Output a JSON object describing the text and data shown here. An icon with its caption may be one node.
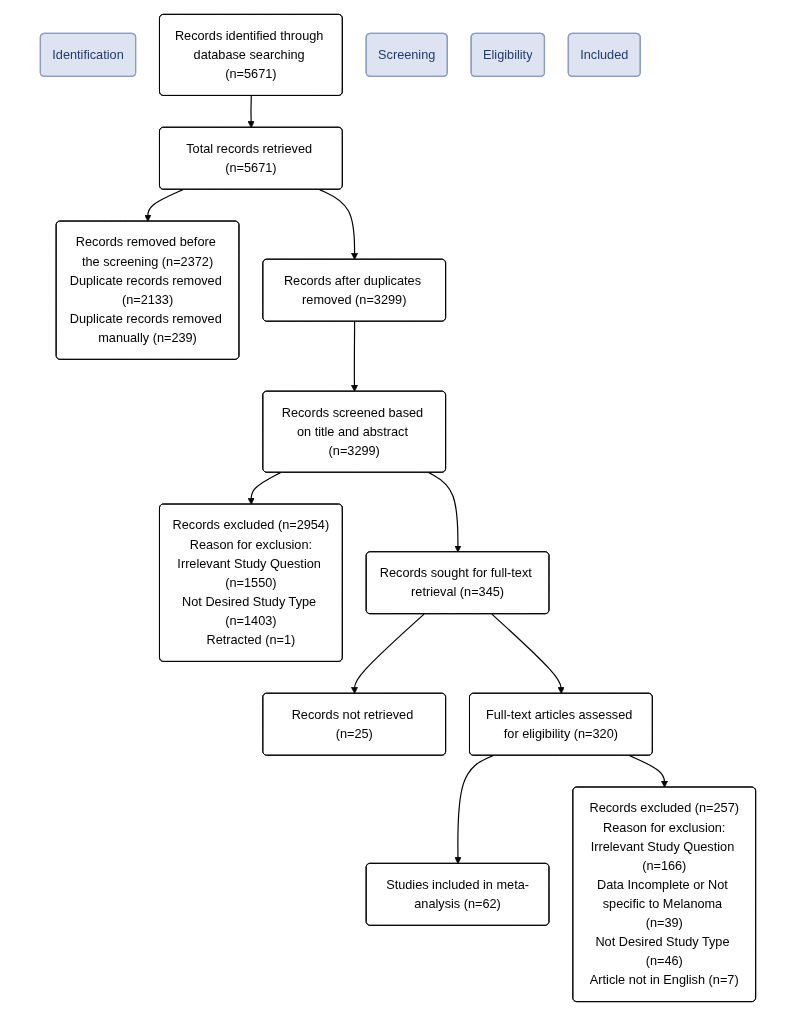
{
  "diagram": {
    "nodes": [
      {
        "text": [
          "Identification"
        ]
      },
      {
        "text": [
          "Records identified through database searching (n=5671)"
        ]
      },
      {
        "text": [
          "Total records retrieved (n=5671)"
        ]
      },
      {
        "text": [
          "Records removed before the screening (n=2372)",
          "Duplicate records removed (n=2133)",
          "Duplicate records removed manually (n=239)"
        ]
      },
      {
        "text": [
          "Screening"
        ]
      },
      {
        "text": [
          "Records after duplicates removed (n=3299)"
        ]
      },
      {
        "text": [
          "Records screened based on title and abstract (n=3299)"
        ]
      },
      {
        "text": [
          "Records excluded (n=2954)",
          "Reason for exclusion:",
          "Irrelevant Study Question (n=1550)",
          "Not Desired Study Type (n=1403)",
          "Retracted (n=1)"
        ]
      },
      {
        "text": [
          "Records sought for full-text retrieval (n=345)"
        ]
      },
      {
        "text": [
          "Records not retrieved (n=25)"
        ]
      },
      {
        "text": [
          "Eligibility"
        ]
      },
      {
        "text": [
          "Full-text articles assessed for eligibility (n=320)"
        ]
      },
      {
        "text": [
          "Records excluded (n=257)",
          "Reason for exclusion:",
          "Irrelevant Study Question (n=166)",
          "Data Incomplete or Not specific to Melanoma (n=39)",
          "Not Desired Study Type (n=46)",
          "Article not in English (n=7)"
        ]
      },
      {
        "text": [
          "Included"
        ]
      },
      {
        "text": [
          "Studies included in meta-analysis (n=62)"
        ]
      }
    ],
    "edges": [
      {
        "from": 1,
        "to": 2,
        "arrow": "to"
      },
      {
        "from": 2,
        "to": 5,
        "arrow": "to"
      },
      {
        "from": 2,
        "to": 3,
        "arrow": "to"
      },
      {
        "from": 5,
        "to": 6,
        "arrow": "to"
      },
      {
        "from": 6,
        "to": 7,
        "arrow": "to"
      },
      {
        "from": 6,
        "to": 8,
        "arrow": "to"
      },
      {
        "from": 8,
        "to": 9,
        "arrow": "to"
      },
      {
        "from": 8,
        "to": 11,
        "arrow": "to"
      },
      {
        "from": 11,
        "to": 14,
        "arrow": "to"
      },
      {
        "from": 11,
        "to": 12,
        "arrow": "to"
      }
    ]
  }
}
